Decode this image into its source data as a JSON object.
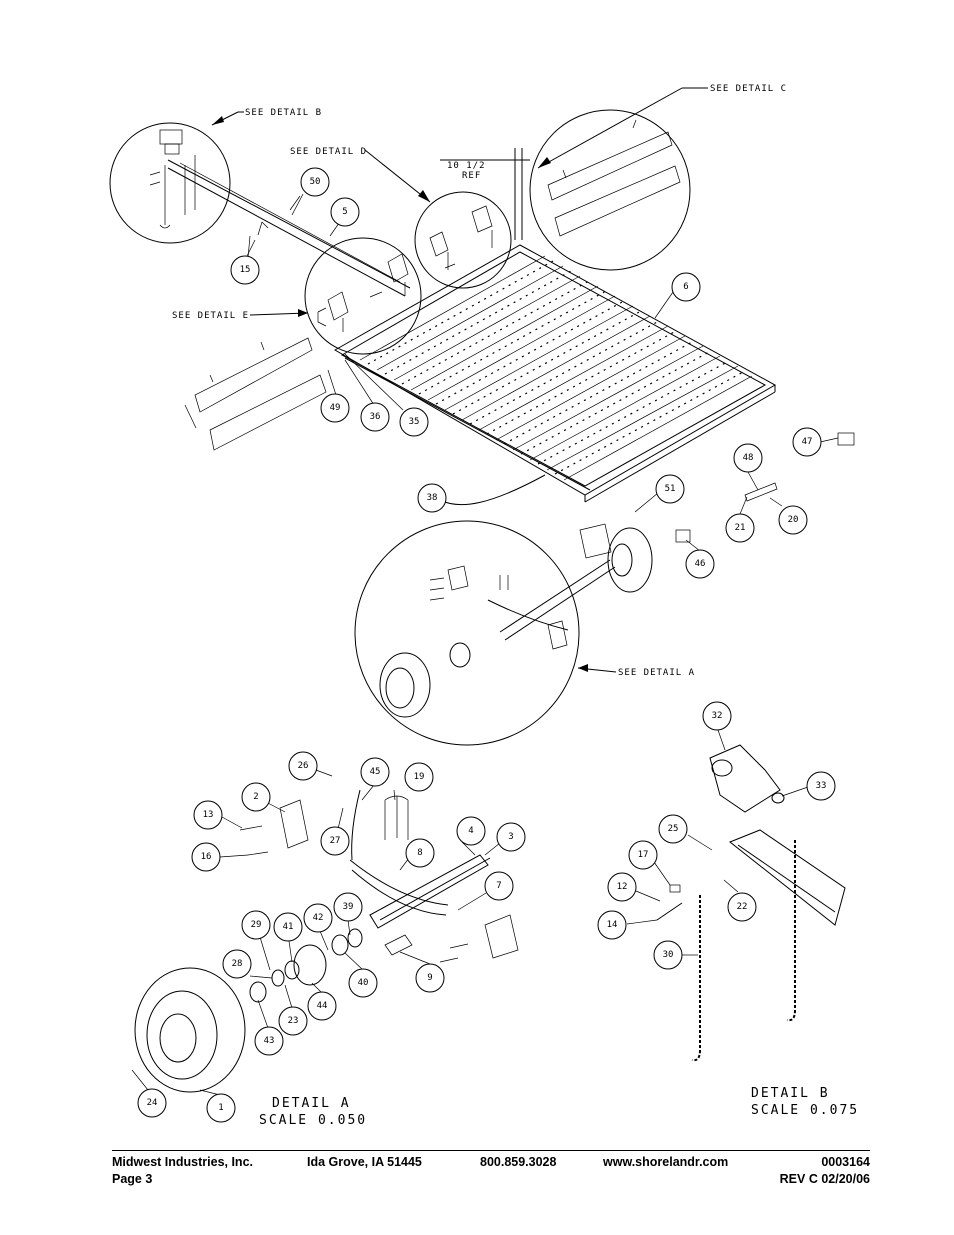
{
  "callouts": {
    "detail_b": "SEE DETAIL  B",
    "detail_c": "SEE DETAIL  C",
    "detail_d": "SEE DETAIL  D",
    "detail_e": "SEE DETAIL  E",
    "detail_a": "SEE DETAIL  A",
    "ref_dim_1": "10 1/2",
    "ref_dim_2": "REF"
  },
  "detail_labels": {
    "a_title": "DETAIL  A",
    "a_scale": "SCALE  0.050",
    "b_title": "DETAIL  B",
    "b_scale": "SCALE  0.075"
  },
  "part_numbers": [
    "50",
    "5",
    "15",
    "6",
    "49",
    "36",
    "35",
    "38",
    "47",
    "48",
    "51",
    "21",
    "20",
    "46",
    "32",
    "33",
    "26",
    "45",
    "19",
    "2",
    "13",
    "27",
    "4",
    "3",
    "16",
    "8",
    "7",
    "25",
    "17",
    "12",
    "14",
    "22",
    "30",
    "29",
    "41",
    "42",
    "39",
    "28",
    "40",
    "9",
    "43",
    "23",
    "44",
    "24",
    "1"
  ],
  "footer": {
    "company": "Midwest Industries, Inc.",
    "city": "Ida Grove, IA  51445",
    "phone": "800.859.3028",
    "website": "www.shorelandr.com",
    "doc_number": "0003164",
    "page": "Page 3",
    "revision": "REV  C  02/20/06"
  }
}
